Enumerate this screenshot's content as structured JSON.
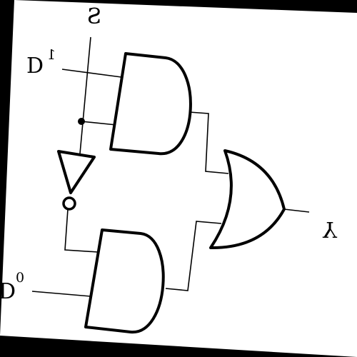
{
  "diagram": {
    "inputs": {
      "select": {
        "label": "S"
      },
      "d1": {
        "label": "D",
        "subscript": "1"
      },
      "d0": {
        "label": "D",
        "subscript": "0"
      }
    },
    "output": {
      "label": "Y"
    },
    "gates": [
      "and",
      "and",
      "or",
      "not"
    ]
  }
}
